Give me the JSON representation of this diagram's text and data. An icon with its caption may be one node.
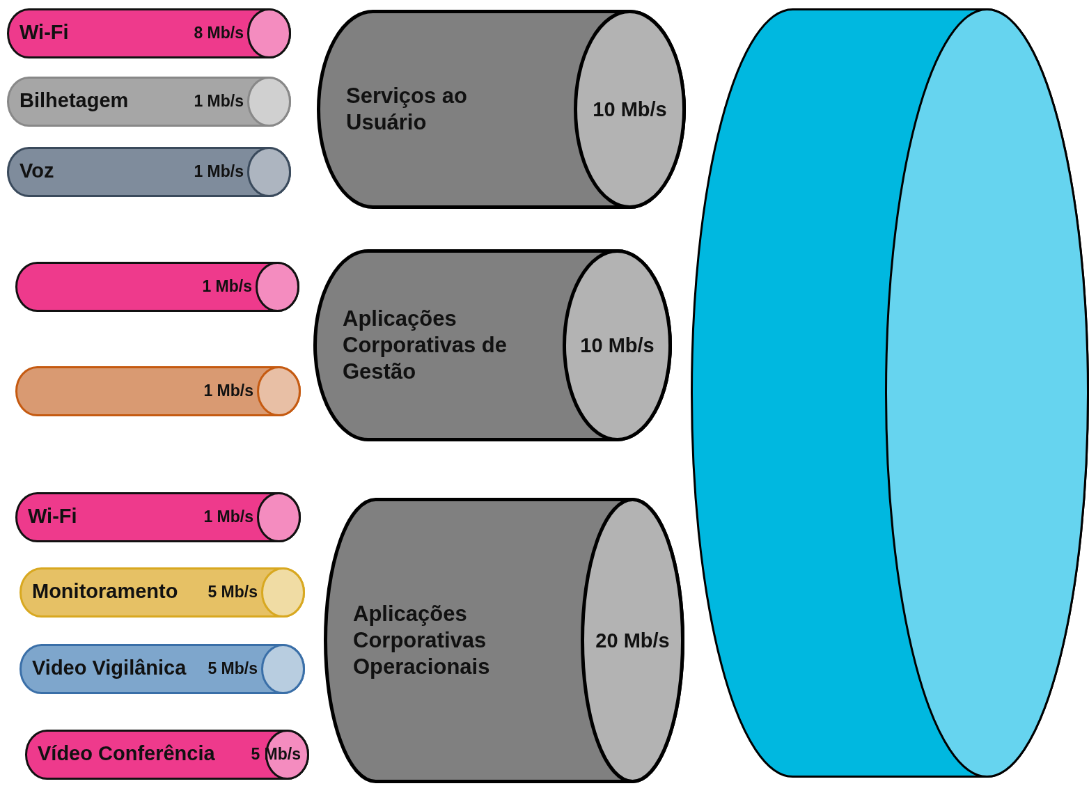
{
  "diagram": {
    "nodes": [
      {
        "text": [
          "Wi-Fi",
          "8 Mb/s"
        ]
      },
      {
        "text": [
          "Bilhetagem",
          "1 Mb/s"
        ]
      },
      {
        "text": [
          "Voz",
          "1 Mb/s"
        ]
      },
      {
        "text": [
          "1 Mb/s"
        ]
      },
      {
        "text": [
          "1 Mb/s"
        ]
      },
      {
        "text": [
          "Wi-Fi",
          "1 Mb/s"
        ]
      },
      {
        "text": [
          "Monitoramento",
          "5 Mb/s"
        ]
      },
      {
        "text": [
          "Video Vigilânica",
          "5 Mb/s"
        ]
      },
      {
        "text": [
          "Vídeo Conferência",
          "5 Mb/s"
        ]
      },
      {
        "text": [
          "Serviços ao Usuário",
          "10 Mb/s"
        ]
      },
      {
        "text": [
          "Aplicações Corporativas de Gestão",
          "10 Mb/s"
        ]
      },
      {
        "text": [
          "Aplicações Corporativas Operacionais",
          "20 Mb/s"
        ]
      },
      {
        "text": [],
        "shape": "cylinder"
      }
    ]
  }
}
